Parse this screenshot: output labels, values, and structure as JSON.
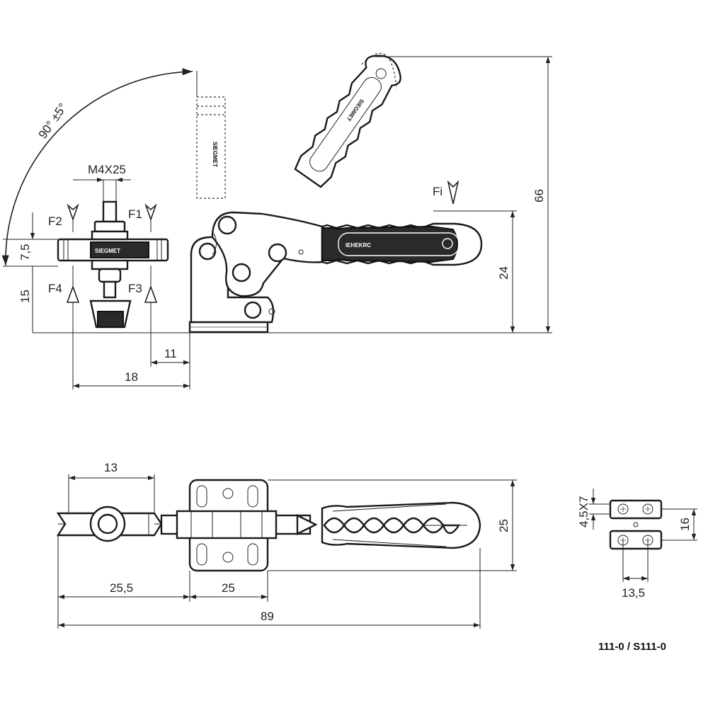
{
  "labels": {
    "angle": "90° ±5°",
    "thread": "M4X25",
    "f1": "F1",
    "f2": "F2",
    "f3": "F3",
    "f4": "F4",
    "fi": "Fi",
    "d_7_5": "7,5",
    "d_15": "15",
    "d_11": "11",
    "d_18": "18",
    "d_24": "24",
    "d_66": "66",
    "d_13": "13",
    "d_25_5": "25,5",
    "d_25_base": "25",
    "d_89": "89",
    "d_25_height": "25",
    "d_4_5x7": "4,5X7",
    "d_16": "16",
    "d_13_5": "13,5",
    "part_code": "111-0 / S111-0"
  }
}
